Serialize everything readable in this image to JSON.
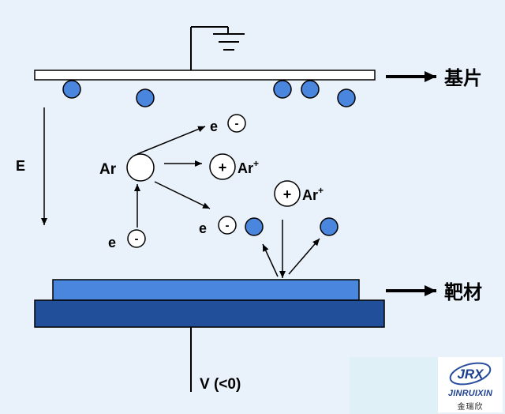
{
  "labels": {
    "substrate": "基片",
    "target": "靶材",
    "field": "E",
    "argon": "Ar",
    "electron": "e",
    "minus": "-",
    "plus": "+",
    "ion": "Ar",
    "ion_charge": "+",
    "voltage": "V (<0)"
  },
  "logo": {
    "mark": "JRX",
    "name": "JINRUIXIN",
    "name_cn": "金瑞欣"
  },
  "colors": {
    "background": "#e9f2fa",
    "particle": "#4a86dd",
    "target_top": "#4a86dd",
    "target_base": "#214f99",
    "substrate": "#ffffff"
  }
}
